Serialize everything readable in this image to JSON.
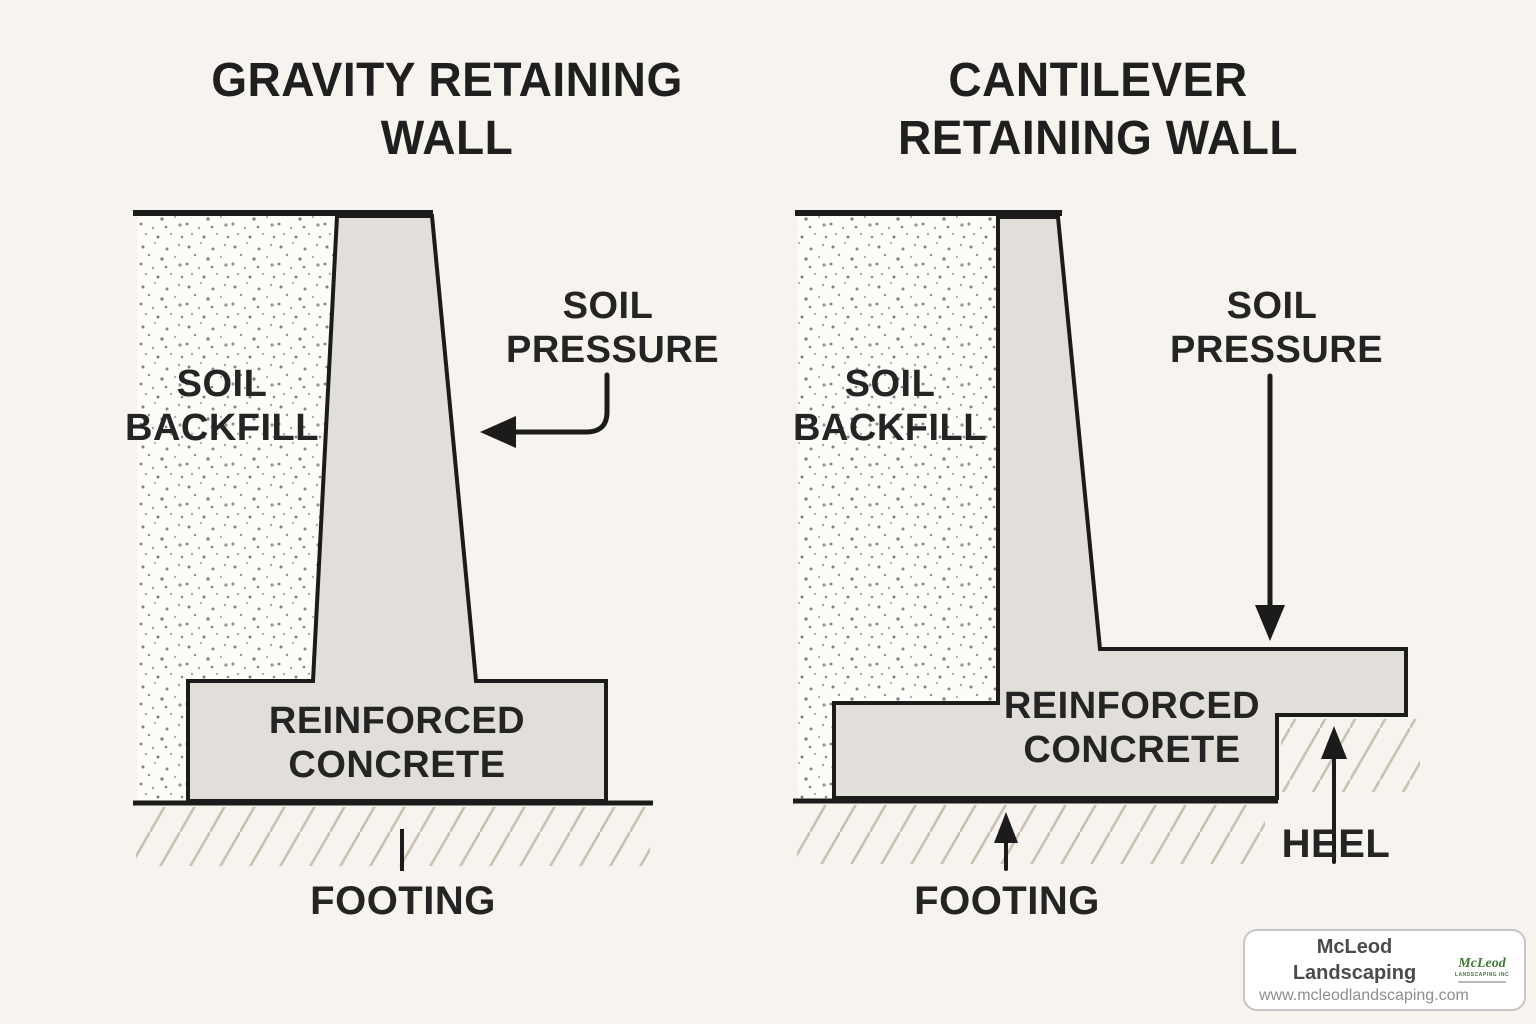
{
  "page": {
    "background": "#f7f4ef"
  },
  "diagrams": {
    "gravity": {
      "title": "GRAVITY RETAINING\nWALL",
      "labels": {
        "soil_backfill": "SOIL\nBACKFILL",
        "soil_pressure": "SOIL\nPRESSURE",
        "reinforced_concrete": "REINFORCED\nCONCRETE",
        "footing": "FOOTING"
      }
    },
    "cantilever": {
      "title": "CANTILEVER\nRETAINING WALL",
      "labels": {
        "soil_backfill": "SOIL\nBACKFILL",
        "soil_pressure": "SOIL\nPRESSURE",
        "reinforced_concrete": "REINFORCED\nCONCRETE",
        "footing": "FOOTING",
        "heel": "HEEL"
      }
    }
  },
  "watermark": {
    "name": "McLeod Landscaping",
    "url": "www.mcleodlandscaping.com",
    "logo_text": "McLeod",
    "logo_subtext": "LANDSCAPING INC"
  },
  "colors": {
    "background": "#f7f4ef",
    "outline": "#1b1b1b",
    "concrete_fill": "#e2dfda",
    "backfill_fill": "#fdfcf8",
    "hatch": "#c9c1b2",
    "text": "#242424",
    "logo_green": "#3d7a33"
  }
}
